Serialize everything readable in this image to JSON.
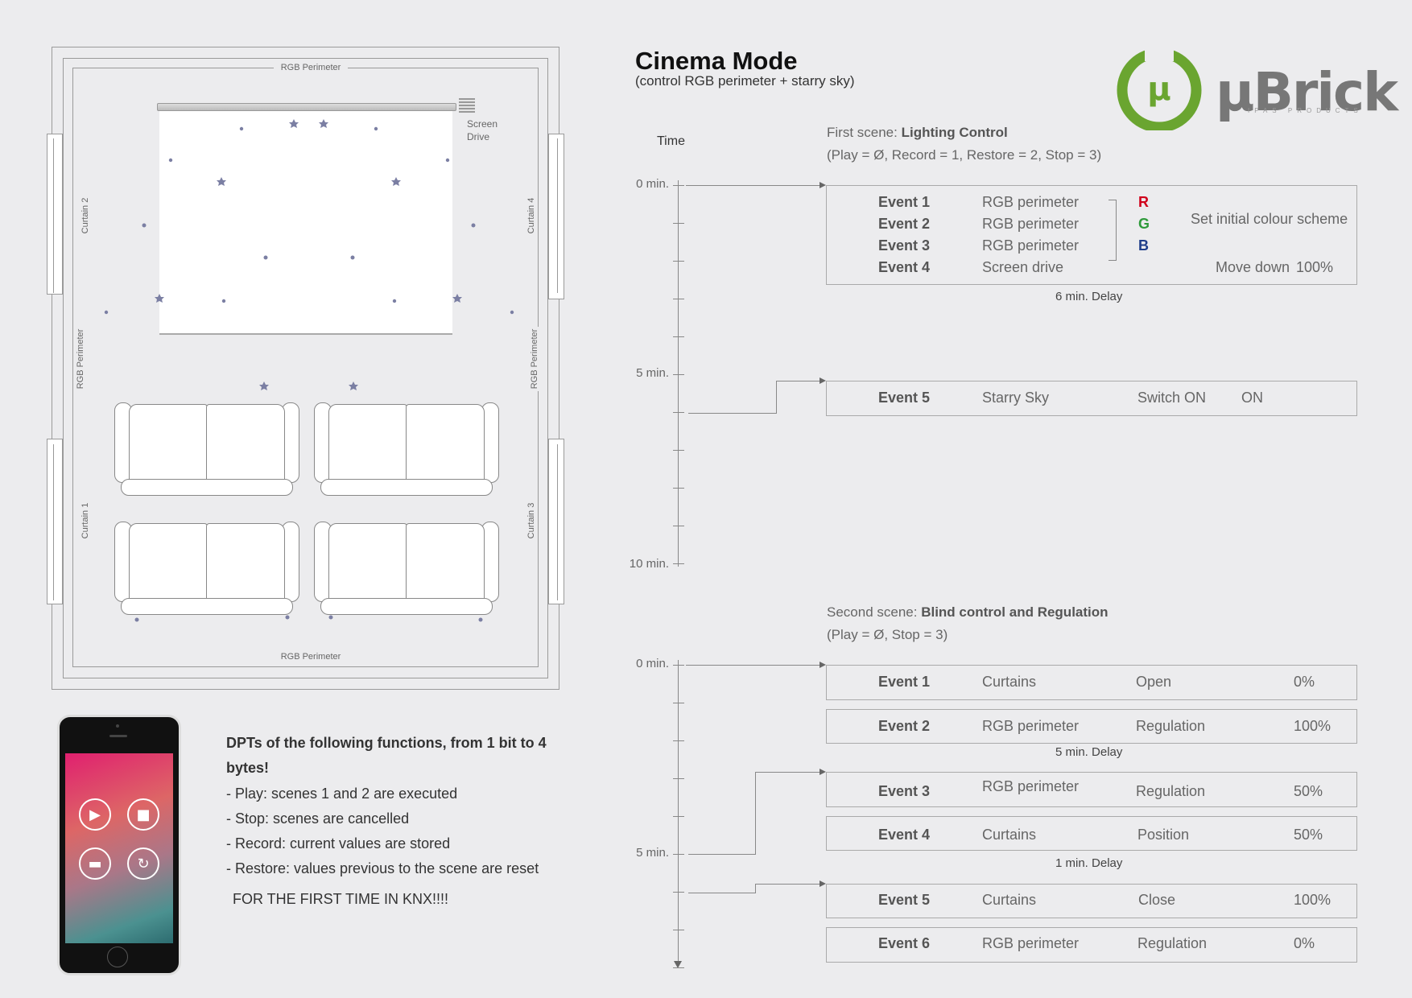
{
  "plan": {
    "rgb_top": "RGB Perimeter",
    "rgb_bottom": "RGB Perimeter",
    "rgb_left": "RGB Perimeter",
    "rgb_right": "RGB Perimeter",
    "screen_drive": "Screen Drive",
    "curtain_1": "Curtain 1",
    "curtain_2": "Curtain 2",
    "curtain_3": "Curtain 3",
    "curtain_4": "Curtain 4"
  },
  "dpts": {
    "heading": "DPTs of the following functions, from 1 bit to 4 bytes!",
    "lines": [
      "- Play: scenes 1 and 2 are executed",
      "- Stop: scenes are cancelled",
      "- Record: current values are stored",
      "- Restore: values previous to the scene are reset"
    ],
    "first_time": "FOR THE FIRST TIME IN KNX!!!!"
  },
  "header": {
    "title": "Cinema Mode",
    "subtitle": "(control RGB perimeter + starry sky)"
  },
  "logo": {
    "text": "µBrick",
    "tagline": "IPAS PRODUCTS",
    "accent": "#6aa530"
  },
  "time_label": "Time",
  "scene1": {
    "prefix": "First scene:",
    "name": "Lighting Control",
    "controls": "(Play = Ø, Record = 1, Restore = 2, Stop = 3)",
    "ticks": [
      "0 min.",
      "5 min.",
      "10 min."
    ],
    "events": [
      {
        "name": "Event 1",
        "target": "RGB perimeter",
        "channel": "R",
        "color": "#d0021b"
      },
      {
        "name": "Event 2",
        "target": "RGB perimeter",
        "channel": "G",
        "color": "#2e9a3a"
      },
      {
        "name": "Event 3",
        "target": "RGB perimeter",
        "channel": "B",
        "color": "#1f3e8a"
      },
      {
        "name": "Event 4",
        "target": "Screen drive"
      }
    ],
    "scheme_note": "Set initial colour scheme",
    "screen_action": "Move down",
    "screen_value": "100%",
    "delay": "6 min. Delay",
    "event5": {
      "name": "Event 5",
      "target": "Starry Sky",
      "action": "Switch ON",
      "value": "ON"
    }
  },
  "scene2": {
    "prefix": "Second scene:",
    "name": "Blind control and Regulation",
    "controls": "(Play = Ø, Stop = 3)",
    "ticks": [
      "0 min.",
      "5 min."
    ],
    "events": [
      {
        "name": "Event 1",
        "target": "Curtains",
        "action": "Open",
        "value": "0%"
      },
      {
        "name": "Event 2",
        "target": "RGB perimeter",
        "action": "Regulation",
        "value": "100%"
      },
      {
        "name": "Event 3",
        "target": "RGB perimeter",
        "action": "Regulation",
        "value": "50%"
      },
      {
        "name": "Event 4",
        "target": "Curtains",
        "action": "Position",
        "value": "50%"
      },
      {
        "name": "Event 5",
        "target": "Curtains",
        "action": "Close",
        "value": "100%"
      },
      {
        "name": "Event 6",
        "target": "RGB perimeter",
        "action": "Regulation",
        "value": "0%"
      }
    ],
    "delay_1": "5 min. Delay",
    "delay_2": "1 min. Delay"
  }
}
